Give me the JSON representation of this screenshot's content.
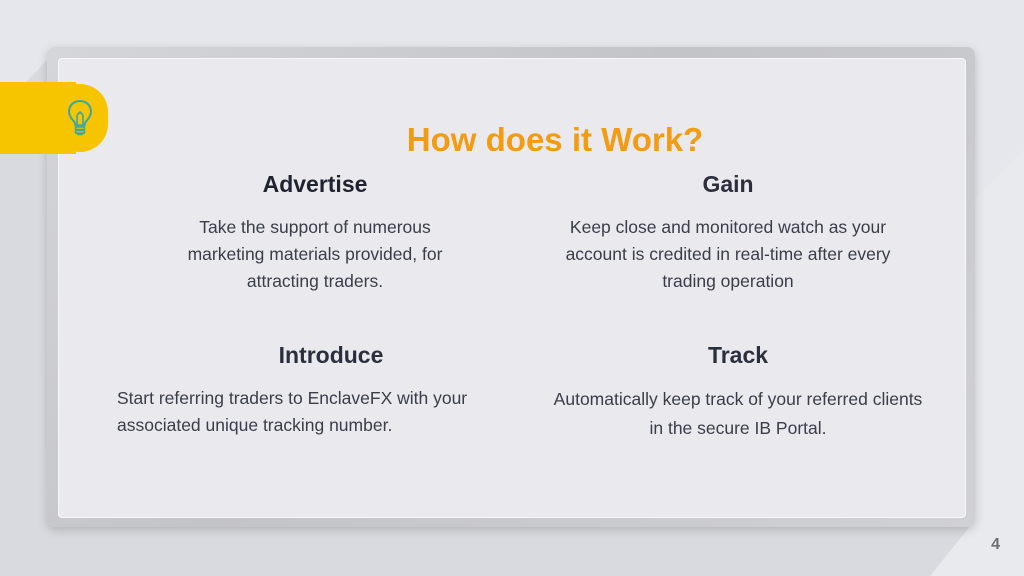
{
  "slide": {
    "title": "How does it Work?",
    "page_number": "4"
  },
  "colors": {
    "accent": "#f39c12",
    "badge": "#f7c400",
    "heading_dark": "#1f2330",
    "heading_slate": "#2b2f3c",
    "text": "#3a3d48"
  },
  "icons": {
    "badge_icon": "lightbulb-icon"
  },
  "sections": [
    {
      "heading": "Advertise",
      "text": "Take the support of numerous marketing materials provided, for attracting traders."
    },
    {
      "heading": "Gain",
      "text": "Keep close and monitored watch as your account is credited in real-time after every trading operation"
    },
    {
      "heading": "Introduce",
      "text": "Start referring traders to EnclaveFX with your associated unique tracking number."
    },
    {
      "heading": "Track",
      "text": "Automatically keep track of your referred clients in the secure IB Portal."
    }
  ]
}
